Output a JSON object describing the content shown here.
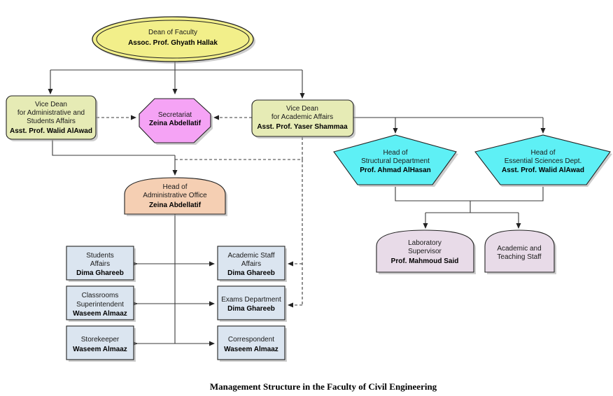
{
  "colors": {
    "dean": "#f2ef8a",
    "vice_dean": "#e6ebb5",
    "secretariat": "#f5a3f5",
    "head_dept": "#5ef0f5",
    "admin_office": "#f5cfb3",
    "lab": "#e8dbe8",
    "staff_box": "#dbe5f0"
  },
  "dean": {
    "title": "Dean of Faculty",
    "name": "Assoc. Prof. Ghyath Hallak"
  },
  "vice_dean_admin": {
    "line1": "Vice Dean",
    "line2": "for Administrative and",
    "line3": "Students Affairs",
    "name": "Asst. Prof. Walid AlAwad"
  },
  "secretariat": {
    "title": "Secretariat",
    "name": "Zeina Abdellatif"
  },
  "vice_dean_academic": {
    "line1": "Vice Dean",
    "line2": "for Academic Affairs",
    "name": "Asst. Prof. Yaser Shammaa"
  },
  "head_structural": {
    "line1": "Head of",
    "line2": "Structural Department",
    "name": "Prof. Ahmad AlHasan"
  },
  "head_sciences": {
    "line1": "Head of",
    "line2": "Essential Sciences Dept.",
    "name": "Asst. Prof. Walid AlAwad"
  },
  "admin_office": {
    "line1": "Head of",
    "line2": "Administrative Office",
    "name": "Zeina Abdellatif"
  },
  "lab_supervisor": {
    "line1": "Laboratory",
    "line2": "Supervisor",
    "name": "Prof. Mahmoud Said"
  },
  "teaching_staff": {
    "line1": "Academic and",
    "line2": "Teaching Staff"
  },
  "students_affairs": {
    "line1": "Students",
    "line2": "Affairs",
    "name": "Dima Ghareeb"
  },
  "classrooms": {
    "line1": "Classrooms",
    "line2": "Superintendent",
    "name": "Waseem Almaaz"
  },
  "storekeeper": {
    "line1": "Storekeeper",
    "name": "Waseem Almaaz"
  },
  "academic_staff": {
    "line1": "Academic Staff",
    "line2": "Affairs",
    "name": "Dima Ghareeb"
  },
  "exams": {
    "line1": "Exams Department",
    "name": "Dima Ghareeb"
  },
  "correspondent": {
    "line1": "Correspondent",
    "name": "Waseem Almaaz"
  },
  "caption": "Management Structure in the Faculty of Civil Engineering"
}
